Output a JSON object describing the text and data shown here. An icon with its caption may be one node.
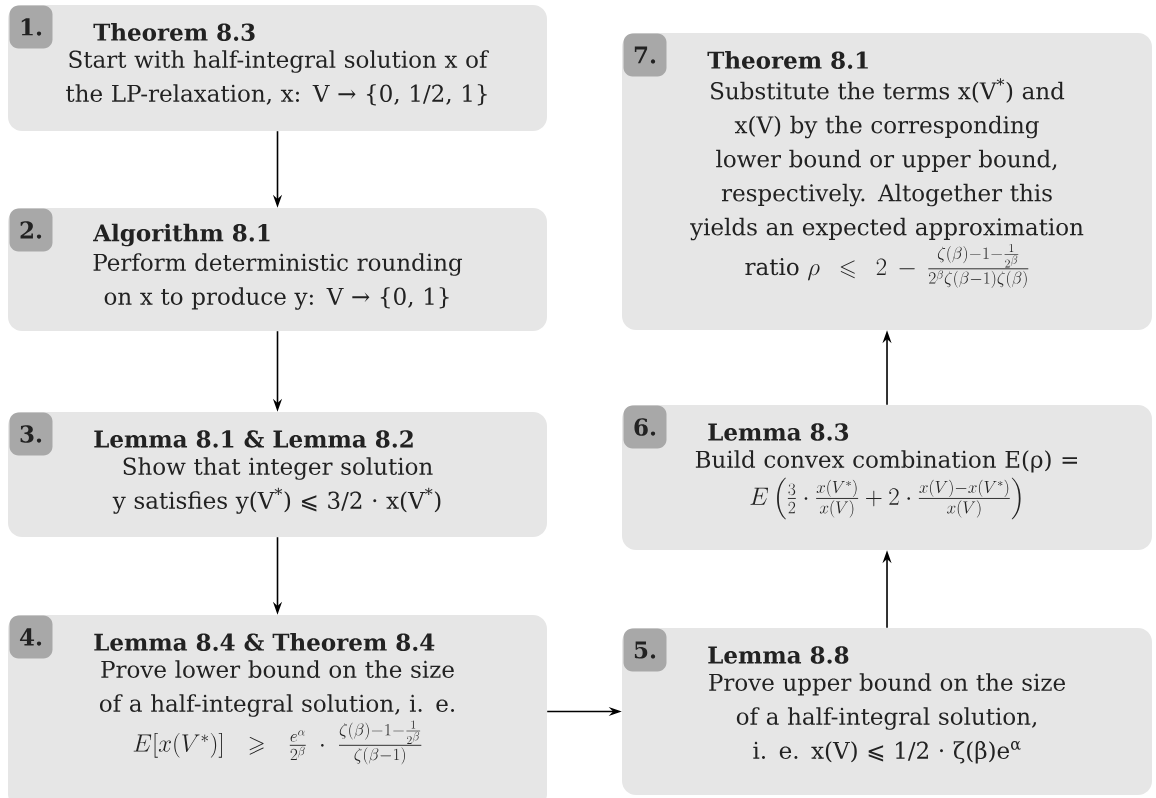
{
  "diagram": {
    "nodes": [
      {
        "text": [
          "Theorem 8.3",
          "Start with half-integral solution x of the LP-relaxation, x: V → {0, 1/2, 1}"
        ]
      },
      {
        "text": [
          "1."
        ],
        "in": 0
      },
      {
        "text": [
          "Algorithm 8.1",
          "Perform deterministic rounding on x to produce y: V → {0, 1}"
        ]
      },
      {
        "text": [
          "2."
        ],
        "in": 2
      },
      {
        "text": [
          "Lemma 8.1 & Lemma 8.2",
          "Show that integer solution y satisfies y(V$^{*}$) ⩽ 3/2 · x(V$^{*}$)"
        ]
      },
      {
        "text": [
          "3."
        ],
        "in": 4
      },
      {
        "text": [
          "Lemma 8.4 & Theorem 8.4",
          "Prove lower bound on the size of a half-integral solution, i. e.",
          "E[x(V^*)] \\geqslant \\frac{e^\\alpha}{2^\\beta}\\cdot\\frac{\\zeta(\\beta)-1-\\frac{1}{2^\\beta}}{\\zeta(\\beta-1)}"
        ]
      },
      {
        "text": [
          "4."
        ],
        "in": 6
      },
      {
        "text": [
          "Lemma 8.8",
          "Prove upper bound on the size of a half-integral solution, i. e. x(V) ⩽ 1/2 · ζ(β)e$^{α}$"
        ]
      },
      {
        "text": [
          "5."
        ],
        "in": 8
      },
      {
        "text": [
          "Lemma 8.3",
          "Build convex combination E(ρ) =",
          "E\\left(\\frac{3}{2}\\cdot\\frac{x(V^*)}{x(V)}+2\\cdot\\frac{x(V)-x(V^*)}{x(V)}\\right)"
        ]
      },
      {
        "text": [
          "6."
        ],
        "in": 10
      },
      {
        "text": [
          "Theorem 8.1",
          "Substitute the terms x(V$^{*}$) and x(V) by the corresponding lower bound or upper bound, respectively. Altogether this yields an expected approximation",
          "\\text{ratio }\\rho\\leqslant 2-\\frac{\\zeta(\\beta)-1-\\frac{1}{2^\\beta}}{2^\\beta\\zeta(\\beta-1)\\zeta(\\beta)}"
        ]
      },
      {
        "text": [
          "7."
        ],
        "in": 12
      }
    ],
    "edges": [
      {
        "from": 0,
        "to": 2,
        "arrow": "to"
      },
      {
        "from": 2,
        "to": 4,
        "arrow": "to"
      },
      {
        "from": 4,
        "to": 6,
        "arrow": "to"
      },
      {
        "from": 6,
        "to": 8,
        "arrow": "to"
      },
      {
        "from": 8,
        "to": 10,
        "arrow": "to"
      },
      {
        "from": 10,
        "to": 12,
        "arrow": "to"
      }
    ]
  }
}
